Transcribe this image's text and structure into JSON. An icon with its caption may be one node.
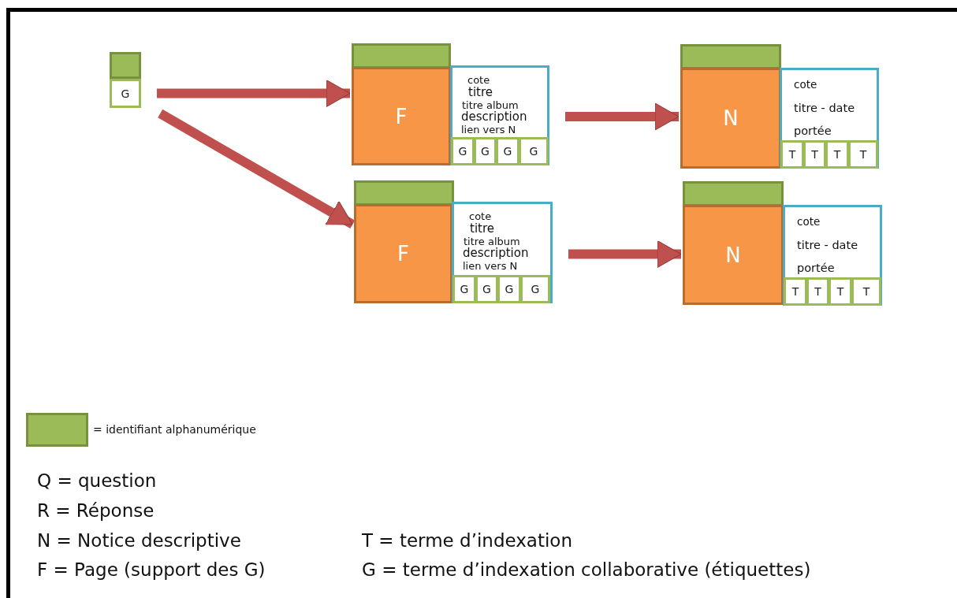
{
  "diagram": {
    "nodes": [
      {
        "text": [],
        "shape": "box"
      },
      {
        "text": [
          "G"
        ]
      },
      {
        "text": [],
        "shape": "box"
      },
      {
        "text": [
          "F"
        ]
      },
      {
        "text": [
          "cote",
          "titre",
          "titre album",
          "description",
          "lien vers N"
        ]
      },
      {
        "text": [
          "G"
        ],
        "in": 4
      },
      {
        "text": [
          "G"
        ],
        "in": 4
      },
      {
        "text": [
          "G"
        ],
        "in": 4
      },
      {
        "text": [
          "G"
        ],
        "in": 4
      },
      {
        "text": [],
        "shape": "box"
      },
      {
        "text": [
          "N"
        ]
      },
      {
        "text": [
          "cote",
          "titre - date",
          "portée"
        ]
      },
      {
        "text": [
          "T"
        ],
        "in": 11
      },
      {
        "text": [
          "T"
        ],
        "in": 11
      },
      {
        "text": [
          "T"
        ],
        "in": 11
      },
      {
        "text": [
          "T"
        ],
        "in": 11
      },
      {
        "text": [],
        "shape": "box"
      },
      {
        "text": [
          "F"
        ]
      },
      {
        "text": [
          "cote",
          "titre",
          "titre album",
          "description",
          "lien vers N"
        ]
      },
      {
        "text": [
          "G"
        ],
        "in": 18
      },
      {
        "text": [
          "G"
        ],
        "in": 18
      },
      {
        "text": [
          "G"
        ],
        "in": 18
      },
      {
        "text": [
          "G"
        ],
        "in": 18
      },
      {
        "text": [],
        "shape": "box"
      },
      {
        "text": [
          "N"
        ]
      },
      {
        "text": [
          "cote",
          "titre - date",
          "portée"
        ]
      },
      {
        "text": [
          "T"
        ],
        "in": 25
      },
      {
        "text": [
          "T"
        ],
        "in": 25
      },
      {
        "text": [
          "T"
        ],
        "in": 25
      },
      {
        "text": [
          "T"
        ],
        "in": 25
      }
    ],
    "edges": [
      {
        "from": 1,
        "to": 3,
        "arrow": "to"
      },
      {
        "from": 1,
        "to": 17,
        "arrow": "to"
      },
      {
        "from": 4,
        "to": 10,
        "arrow": "to"
      },
      {
        "from": 18,
        "to": 24,
        "arrow": "to"
      }
    ],
    "labels": [
      "Q = question",
      "R = Réponse",
      "N = Notice descriptive",
      "T = terme d’indexation",
      "F = Page (support des G)",
      "G = terme d’indexation collaborative (étiquettes)"
    ],
    "legend": [
      {
        "text": "= identifiant alphanumérique",
        "color": "#9bbb59"
      }
    ]
  }
}
